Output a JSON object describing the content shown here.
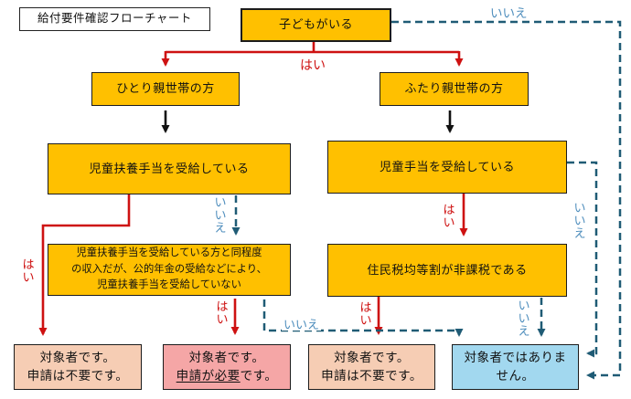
{
  "title": "給付要件確認フローチャート",
  "labels": {
    "yes": "はい",
    "no": "いいえ"
  },
  "nodes": {
    "child": "子どもがいる",
    "single_parent": "ひとり親世帯の方",
    "two_parent": "ふたり親世帯の方",
    "child_support_allowance": "児童扶養手当を受給している",
    "child_allowance": "児童手当を受給している",
    "pension_exception_lines": [
      "児童扶養手当を受給している方と同程度",
      "の収入だが、公的年金の受給などにより、",
      "児童扶養手当を受給していない"
    ],
    "resident_tax_exempt": "住民税均等割が非課税である"
  },
  "results": [
    {
      "line1": "対象者です。",
      "line2": "申請は不要です。"
    },
    {
      "line1": "対象者です。",
      "line2_underline": "申請が必要",
      "line2_rest": "です。"
    },
    {
      "line1": "対象者です。",
      "line2": "申請は不要です。"
    },
    {
      "text": "対象者ではありません。"
    }
  ],
  "colors": {
    "node_fill": "#FFC000",
    "yes_arrow": "#CE1111",
    "no_arrow_line": "#1F5B75",
    "no_label_text": "#4F8EBD",
    "black_arrow": "#111111",
    "result_eligible_no_app": "#F6CDB4",
    "result_eligible_app_required": "#F5A6A6",
    "result_not_eligible": "#A2D8EF"
  }
}
